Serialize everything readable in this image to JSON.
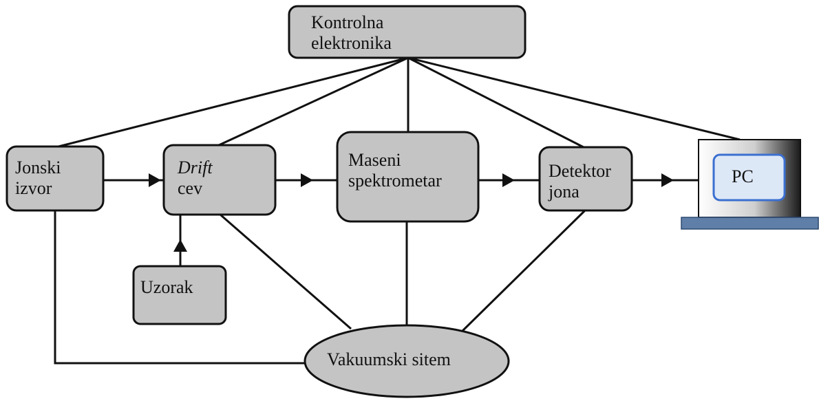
{
  "nodes": {
    "control": {
      "line1": "Kontrolna",
      "line2": "elektronika"
    },
    "ion_source": {
      "line1": "Jonski",
      "line2": "izvor"
    },
    "drift_tube": {
      "line1": "Drift",
      "line2": "cev"
    },
    "mass_spec": {
      "line1": "Maseni",
      "line2": "spektrometar"
    },
    "detector": {
      "line1": "Detektor",
      "line2": "jona"
    },
    "pc": {
      "label": "PC"
    },
    "sample": {
      "label": "Uzorak"
    },
    "vacuum": {
      "label": "Vakuumski sitem"
    }
  },
  "colors": {
    "box_fill": "#c4c4c4",
    "stroke": "#111111",
    "pc_screen_border": "#3b6fd0",
    "pc_screen_fill": "#dde8f7",
    "pc_base": "#5f7fa8"
  }
}
